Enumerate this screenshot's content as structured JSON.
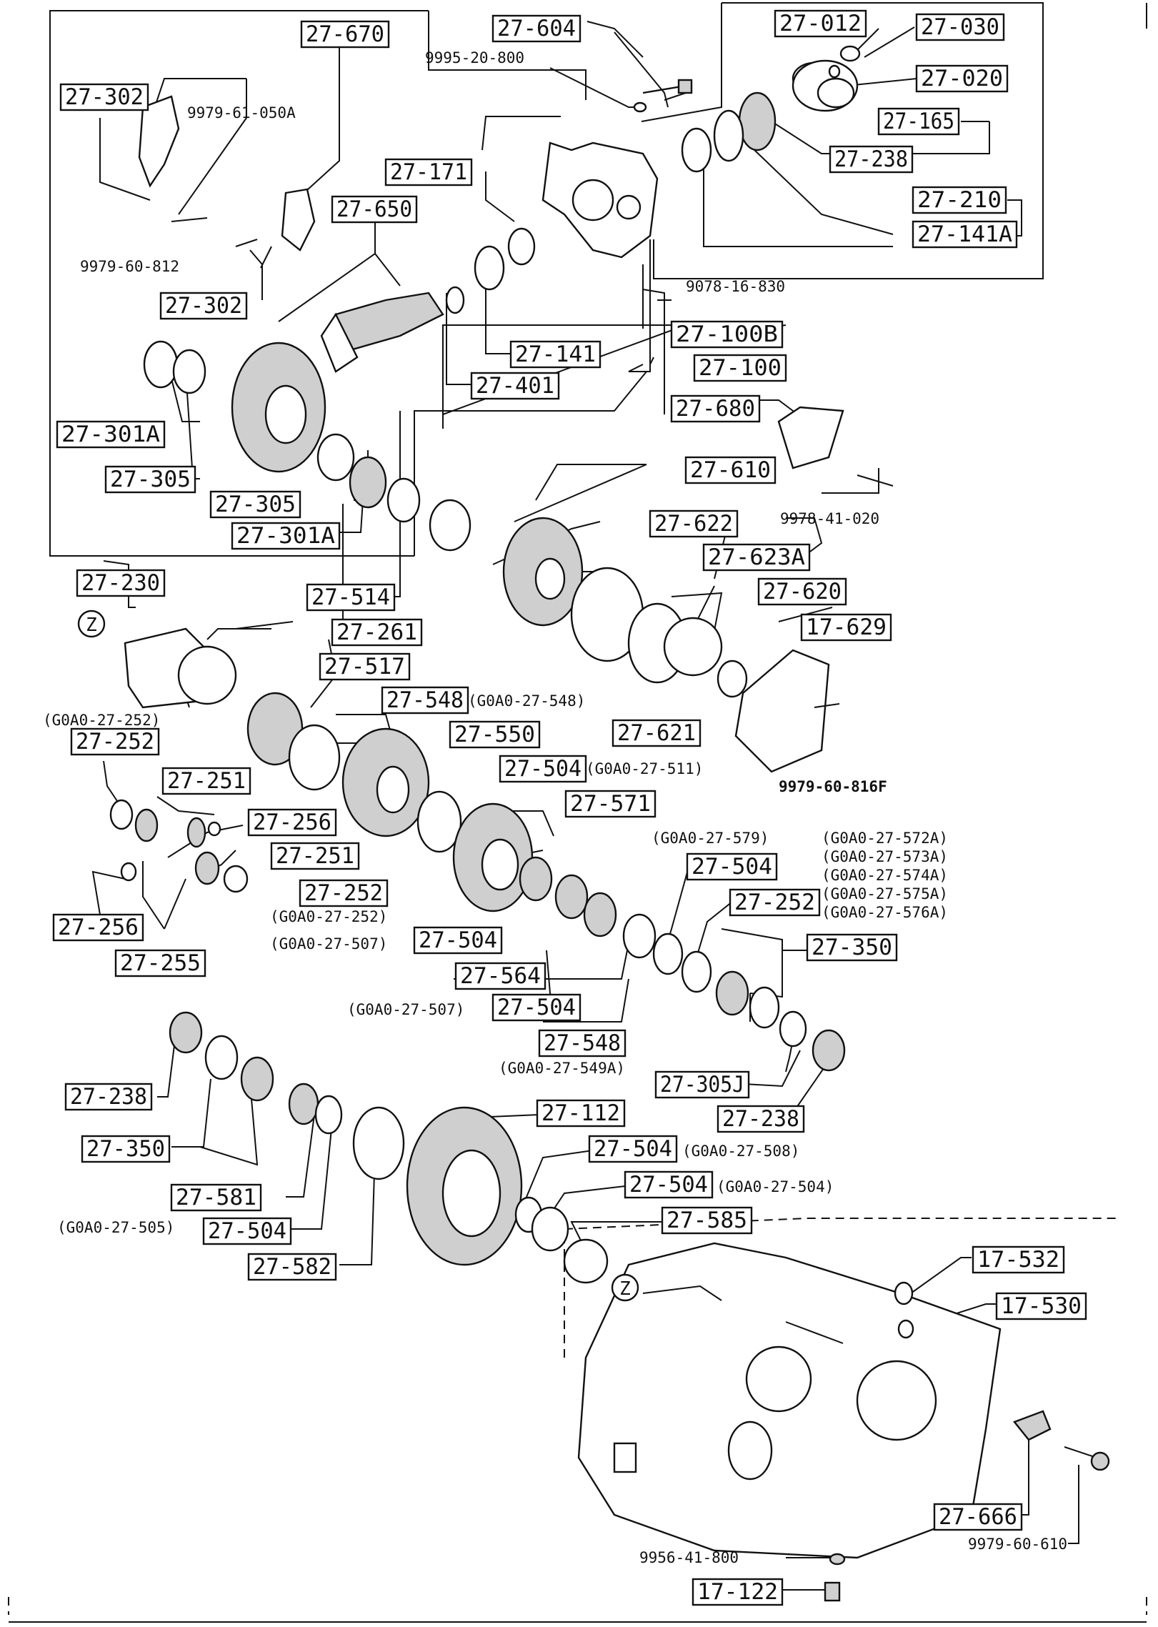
{
  "boxed_labels": [
    {
      "id": "b27670",
      "text": "27-670"
    },
    {
      "id": "b27604",
      "text": "27-604"
    },
    {
      "id": "b27012",
      "text": "27-012"
    },
    {
      "id": "b27030",
      "text": "27-030"
    },
    {
      "id": "b27020",
      "text": "27-020"
    },
    {
      "id": "b27302a",
      "text": "27-302"
    },
    {
      "id": "b27165",
      "text": "27-165"
    },
    {
      "id": "b27238a",
      "text": "27-238"
    },
    {
      "id": "b27171",
      "text": "27-171"
    },
    {
      "id": "b27210",
      "text": "27-210"
    },
    {
      "id": "b27650",
      "text": "27-650"
    },
    {
      "id": "b27141A",
      "text": "27-141A"
    },
    {
      "id": "b27302b",
      "text": "27-302"
    },
    {
      "id": "b27141",
      "text": "27-141"
    },
    {
      "id": "b27100B",
      "text": "27-100B"
    },
    {
      "id": "b27100",
      "text": "27-100"
    },
    {
      "id": "b27401",
      "text": "27-401"
    },
    {
      "id": "b27680",
      "text": "27-680"
    },
    {
      "id": "b27301Aa",
      "text": "27-301A"
    },
    {
      "id": "b27610",
      "text": "27-610"
    },
    {
      "id": "b27305a",
      "text": "27-305"
    },
    {
      "id": "b27305b",
      "text": "27-305"
    },
    {
      "id": "b27301Ab",
      "text": "27-301A"
    },
    {
      "id": "b27622",
      "text": "27-622"
    },
    {
      "id": "b27623A",
      "text": "27-623A"
    },
    {
      "id": "b27514",
      "text": "27-514"
    },
    {
      "id": "b27620",
      "text": "27-620"
    },
    {
      "id": "b27230",
      "text": "27-230"
    },
    {
      "id": "b17629",
      "text": "17-629"
    },
    {
      "id": "b27261",
      "text": "27-261"
    },
    {
      "id": "b27517",
      "text": "27-517"
    },
    {
      "id": "b27548a",
      "text": "27-548"
    },
    {
      "id": "b27621",
      "text": "27-621"
    },
    {
      "id": "b27252a",
      "text": "27-252"
    },
    {
      "id": "b27550",
      "text": "27-550"
    },
    {
      "id": "b27504a",
      "text": "27-504"
    },
    {
      "id": "b27251a",
      "text": "27-251"
    },
    {
      "id": "b27571",
      "text": "27-571"
    },
    {
      "id": "b27256a",
      "text": "27-256"
    },
    {
      "id": "b27251b",
      "text": "27-251"
    },
    {
      "id": "b27504b",
      "text": "27-504"
    },
    {
      "id": "b27252b",
      "text": "27-252"
    },
    {
      "id": "b27252c",
      "text": "27-252"
    },
    {
      "id": "b27256b",
      "text": "27-256"
    },
    {
      "id": "b27504c",
      "text": "27-504"
    },
    {
      "id": "b27350a",
      "text": "27-350"
    },
    {
      "id": "b27255",
      "text": "27-255"
    },
    {
      "id": "b27564",
      "text": "27-564"
    },
    {
      "id": "b27504d",
      "text": "27-504"
    },
    {
      "id": "b27548b",
      "text": "27-548"
    },
    {
      "id": "b27305J",
      "text": "27-305J"
    },
    {
      "id": "b27238b",
      "text": "27-238"
    },
    {
      "id": "b27238c",
      "text": "27-238"
    },
    {
      "id": "b27112",
      "text": "27-112"
    },
    {
      "id": "b27350b",
      "text": "27-350"
    },
    {
      "id": "b27504e",
      "text": "27-504"
    },
    {
      "id": "b27504f",
      "text": "27-504"
    },
    {
      "id": "b27581",
      "text": "27-581"
    },
    {
      "id": "b27585",
      "text": "27-585"
    },
    {
      "id": "b27504g",
      "text": "27-504"
    },
    {
      "id": "b27582",
      "text": "27-582"
    },
    {
      "id": "b17532",
      "text": "17-532"
    },
    {
      "id": "b17530",
      "text": "17-530"
    },
    {
      "id": "b27666",
      "text": "27-666"
    },
    {
      "id": "b17122",
      "text": "17-122"
    }
  ],
  "plain_labels": [
    {
      "id": "p9995",
      "text": "9995-20-800"
    },
    {
      "id": "p9979050",
      "text": "9979-61-050A"
    },
    {
      "id": "p9979812",
      "text": "9979-60-812"
    },
    {
      "id": "p9078",
      "text": "9078-16-830"
    },
    {
      "id": "p9978",
      "text": "9978-41-020"
    },
    {
      "id": "p548B",
      "text": "(G0A0-27-548)"
    },
    {
      "id": "pG252top",
      "text": "(G0A0-27-252)"
    },
    {
      "id": "p511",
      "text": "(G0A0-27-511)"
    },
    {
      "id": "p816F",
      "text": "9979-60-816F"
    },
    {
      "id": "p579",
      "text": "(G0A0-27-579)"
    },
    {
      "id": "p572A",
      "text": "(G0A0-27-572A)"
    },
    {
      "id": "p573A",
      "text": "(G0A0-27-573A)"
    },
    {
      "id": "p574A",
      "text": "(G0A0-27-574A)"
    },
    {
      "id": "p575A",
      "text": "(G0A0-27-575A)"
    },
    {
      "id": "p576A",
      "text": "(G0A0-27-576A)"
    },
    {
      "id": "pG252b",
      "text": "(G0A0-27-252)"
    },
    {
      "id": "p507a",
      "text": "(G0A0-27-507)"
    },
    {
      "id": "p507b",
      "text": "(G0A0-27-507)"
    },
    {
      "id": "p549A",
      "text": "(G0A0-27-549A)"
    },
    {
      "id": "p508",
      "text": "(G0A0-27-508)"
    },
    {
      "id": "p504",
      "text": "(G0A0-27-504)"
    },
    {
      "id": "p505",
      "text": "(G0A0-27-505)"
    },
    {
      "id": "p9956",
      "text": "9956-41-800"
    },
    {
      "id": "p9979610",
      "text": "9979-60-610"
    },
    {
      "id": "pZ1",
      "text": "Z"
    },
    {
      "id": "pZ2",
      "text": "Z"
    }
  ]
}
